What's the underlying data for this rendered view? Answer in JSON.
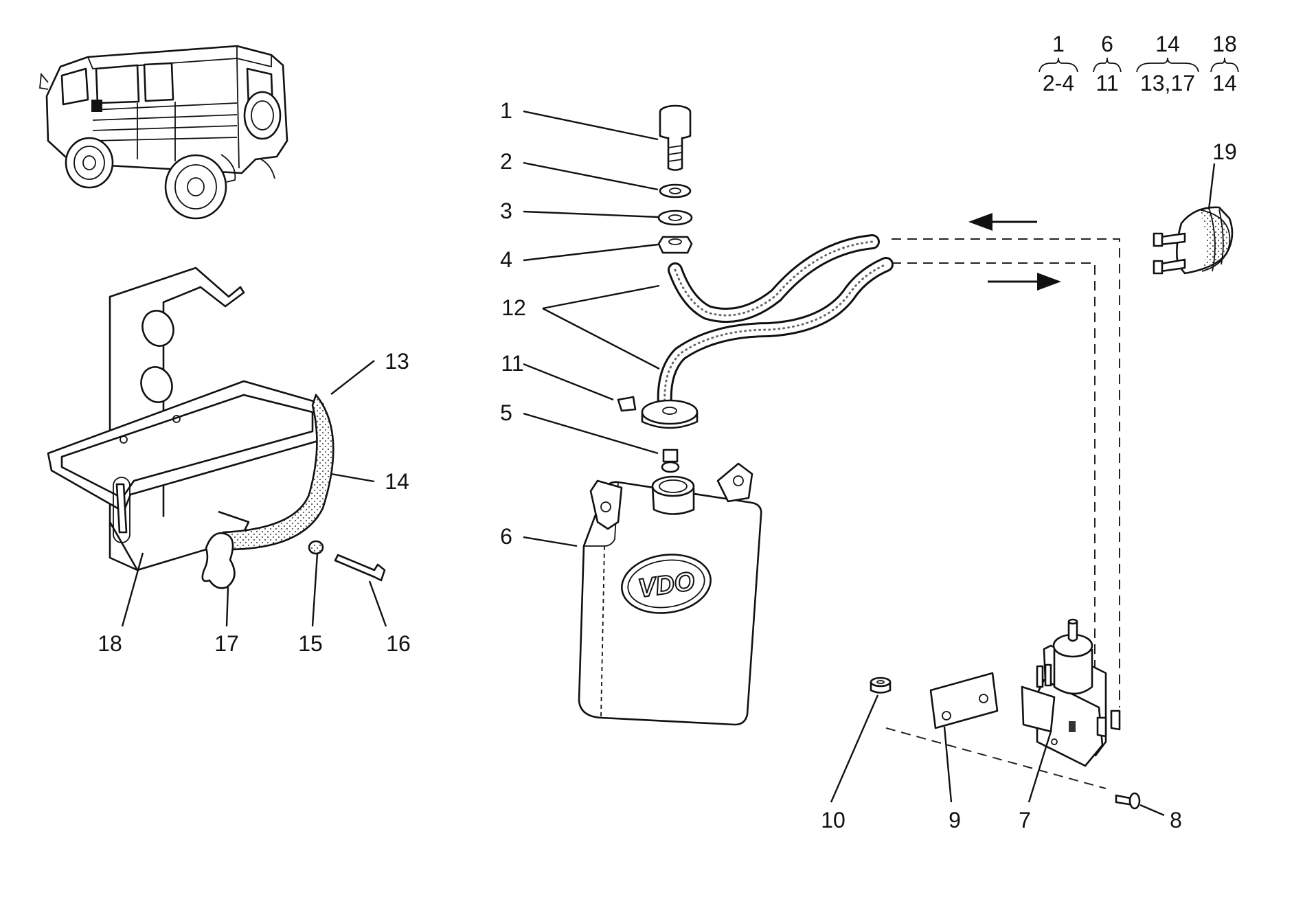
{
  "diagram": {
    "legend": [
      {
        "top": "1",
        "bottom": "2-4"
      },
      {
        "top": "6",
        "bottom": "11"
      },
      {
        "top": "14",
        "bottom": "13,17"
      },
      {
        "top": "18",
        "bottom": "14"
      }
    ],
    "callouts": {
      "n1": "1",
      "n2": "2",
      "n3": "3",
      "n4": "4",
      "n5": "5",
      "n6": "6",
      "n7": "7",
      "n8": "8",
      "n9": "9",
      "n10": "10",
      "n11": "11",
      "n12": "12",
      "n13": "13",
      "n14": "14",
      "n15": "15",
      "n16": "16",
      "n17": "17",
      "n18": "18",
      "n19": "19"
    },
    "tank_logo": "VDO"
  }
}
